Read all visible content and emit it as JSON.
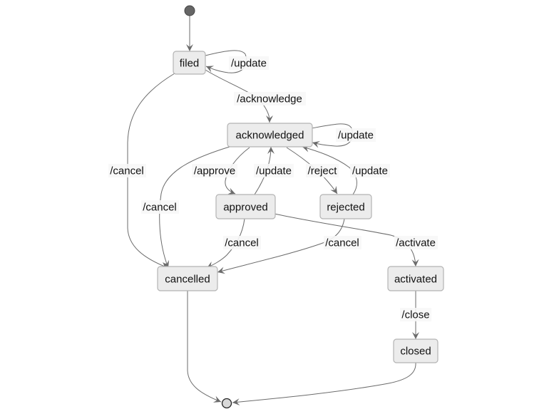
{
  "diagram": {
    "type": "state-diagram",
    "states": [
      {
        "id": "filed",
        "label": "filed"
      },
      {
        "id": "acknowledged",
        "label": "acknowledged"
      },
      {
        "id": "approved",
        "label": "approved"
      },
      {
        "id": "rejected",
        "label": "rejected"
      },
      {
        "id": "cancelled",
        "label": "cancelled"
      },
      {
        "id": "activated",
        "label": "activated"
      },
      {
        "id": "closed",
        "label": "closed"
      }
    ],
    "transitions": [
      {
        "from": "start",
        "to": "filed",
        "label": ""
      },
      {
        "from": "filed",
        "to": "filed",
        "label": "/update"
      },
      {
        "from": "filed",
        "to": "acknowledged",
        "label": "/acknowledge"
      },
      {
        "from": "filed",
        "to": "cancelled",
        "label": "/cancel"
      },
      {
        "from": "acknowledged",
        "to": "acknowledged",
        "label": "/update"
      },
      {
        "from": "acknowledged",
        "to": "approved",
        "label": "/approve"
      },
      {
        "from": "approved",
        "to": "acknowledged",
        "label": "/update"
      },
      {
        "from": "acknowledged",
        "to": "rejected",
        "label": "/reject"
      },
      {
        "from": "rejected",
        "to": "acknowledged",
        "label": "/update"
      },
      {
        "from": "acknowledged",
        "to": "cancelled",
        "label": "/cancel"
      },
      {
        "from": "approved",
        "to": "cancelled",
        "label": "/cancel"
      },
      {
        "from": "rejected",
        "to": "cancelled",
        "label": "/cancel"
      },
      {
        "from": "approved",
        "to": "activated",
        "label": "/activate"
      },
      {
        "from": "activated",
        "to": "closed",
        "label": "/close"
      },
      {
        "from": "cancelled",
        "to": "end",
        "label": ""
      },
      {
        "from": "closed",
        "to": "end",
        "label": ""
      }
    ]
  }
}
